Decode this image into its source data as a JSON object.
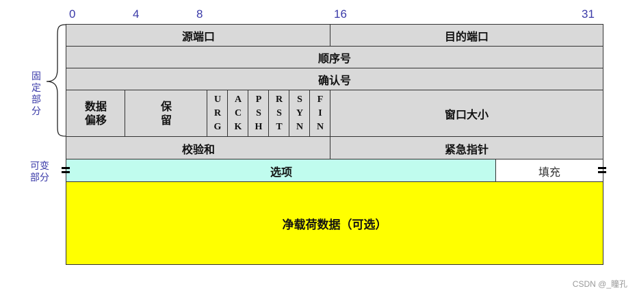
{
  "bit_positions": {
    "b0": "0",
    "b4": "4",
    "b8": "8",
    "b16": "16",
    "b31": "31"
  },
  "side_labels": {
    "fixed_part": "固\n定\n部\n分",
    "variable_part_line1": "可变",
    "variable_part_line2": "部分"
  },
  "header": {
    "source_port": "源端口",
    "dest_port": "目的端口",
    "sequence_number": "顺序号",
    "ack_number": "确认号",
    "data_offset_line1": "数据",
    "data_offset_line2": "偏移",
    "reserved_line1": "保",
    "reserved_line2": "留",
    "flags": [
      {
        "l1": "U",
        "l2": "R",
        "l3": "G"
      },
      {
        "l1": "A",
        "l2": "C",
        "l3": "K"
      },
      {
        "l1": "P",
        "l2": "S",
        "l3": "H"
      },
      {
        "l1": "R",
        "l2": "S",
        "l3": "T"
      },
      {
        "l1": "S",
        "l2": "Y",
        "l3": "N"
      },
      {
        "l1": "F",
        "l2": "I",
        "l3": "N"
      }
    ],
    "window_size": "窗口大小",
    "checksum": "校验和",
    "urgent_pointer": "紧急指针",
    "options": "选项",
    "padding": "填充"
  },
  "payload": "净载荷数据（可选）",
  "watermark": "CSDN @_瞳孔",
  "colors": {
    "header_gray": "#d9d9d9",
    "options_cyan": "#c0fcee",
    "payload_yellow": "#ffff00",
    "label_blue": "#3a3aa8"
  }
}
